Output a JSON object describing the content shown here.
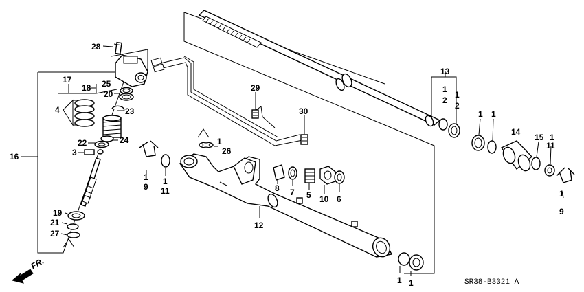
{
  "diagram_code": "SR38-B3321 A",
  "direction_label": "FR.",
  "callouts": {
    "c28": "28",
    "c17": "17",
    "c18": "18",
    "c25": "25",
    "c20": "20",
    "c4": "4",
    "c23": "23",
    "c22": "22",
    "c24": "24",
    "c3": "3",
    "c16": "16",
    "c19": "19",
    "c21": "21",
    "c27": "27",
    "c29": "29",
    "c30": "30",
    "c13": "13",
    "c1a": "1",
    "c2a": "2",
    "c1b": "1",
    "c2b": "2",
    "c1c": "1",
    "c1d": "1",
    "c14": "14",
    "c15": "15",
    "c1e": "1",
    "c11a": "11",
    "c1f": "1",
    "c9a": "9",
    "c1g": "1",
    "c9b": "9",
    "c1h": "1",
    "c11b": "11",
    "c1i": "1",
    "c26": "26",
    "c8": "8",
    "c7": "7",
    "c5": "5",
    "c10": "10",
    "c6": "6",
    "c12": "12",
    "c1j": "1",
    "c1k": "1"
  }
}
